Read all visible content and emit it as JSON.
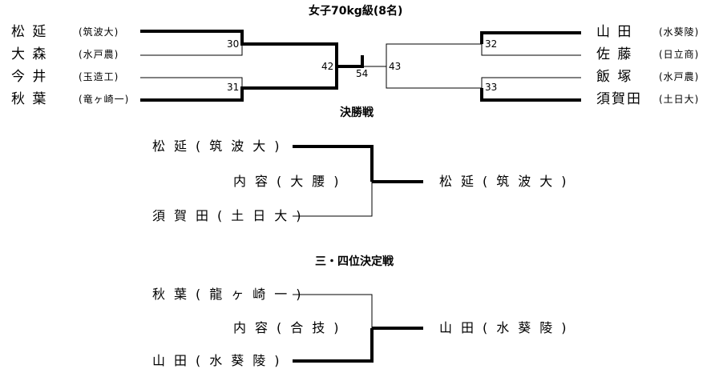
{
  "title": "女子70kg級(8名)",
  "left": [
    {
      "name": "松 延",
      "team": "(筑波大)"
    },
    {
      "name": "大 森",
      "team": "(水戸農)"
    },
    {
      "name": "今 井",
      "team": "(玉造工)"
    },
    {
      "name": "秋 葉",
      "team": "(竜ヶ崎一)"
    }
  ],
  "right": [
    {
      "name": "山 田",
      "team": "(水葵陵)"
    },
    {
      "name": "佐 藤",
      "team": "(日立商)"
    },
    {
      "name": "飯 塚",
      "team": "(水戸農)"
    },
    {
      "name": "須賀田",
      "team": "(土日大)"
    }
  ],
  "bracket_numbers": {
    "m30": "30",
    "m31": "31",
    "m42": "42",
    "m54": "54",
    "m43": "43",
    "m32": "32",
    "m33": "33"
  },
  "final": {
    "heading": "決勝戦",
    "top": "松延(筑波大)",
    "bottom": "須賀田(土日大)",
    "method": "内容(大腰)",
    "winner": "松延(筑波大)"
  },
  "third": {
    "heading": "三・四位決定戦",
    "top": "秋葉(龍ヶ崎一)",
    "bottom": "山田(水葵陵)",
    "method": "内容(合技)",
    "winner": "山田(水葵陵)"
  }
}
